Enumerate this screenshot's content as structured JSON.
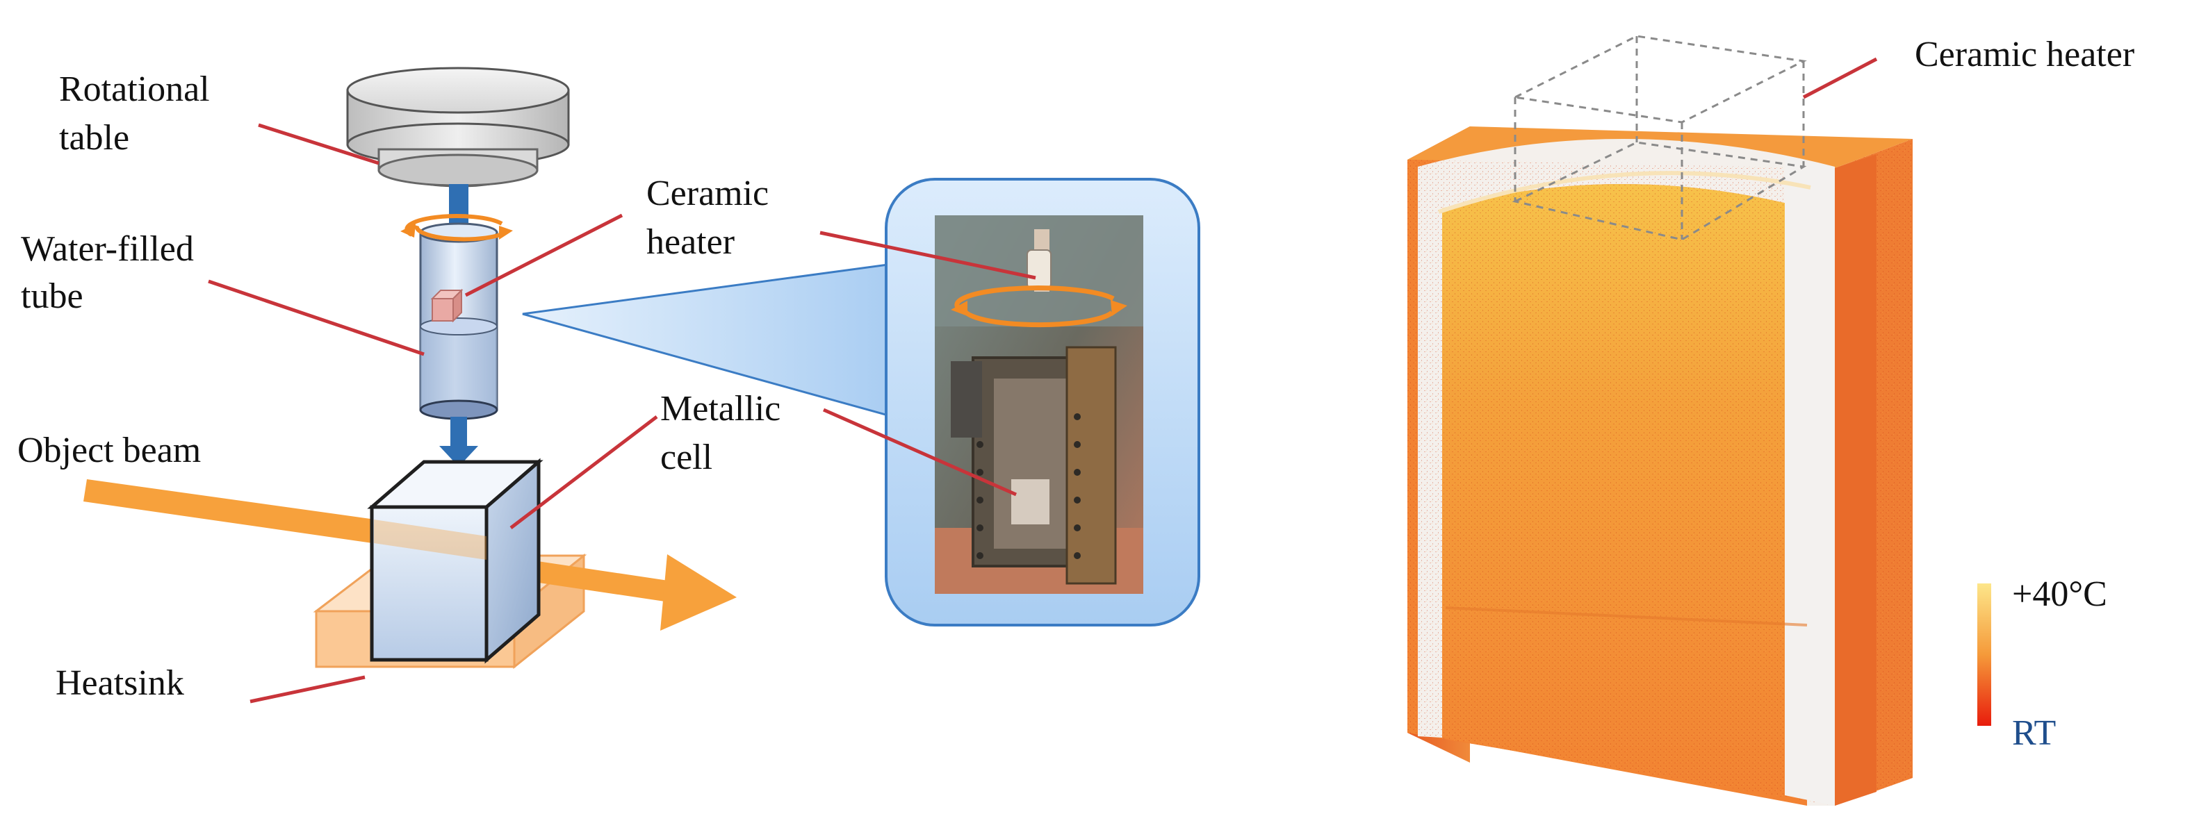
{
  "labels": {
    "rotational_table_line1": "Rotational",
    "rotational_table_line2": "table",
    "water_tube_line1": "Water-filled",
    "water_tube_line2": "tube",
    "ceramic_heater_line1": "Ceramic",
    "ceramic_heater_line2": "heater",
    "metallic_cell_line1": "Metallic",
    "metallic_cell_line2": "cell",
    "object_beam": "Object beam",
    "heatsink": "Heatsink",
    "ceramic_heater_right": "Ceramic heater"
  },
  "colorbar": {
    "max_label": "+40°C",
    "min_label": "RT",
    "top_color": "#fde68a",
    "bottom_color": "#e81c0c"
  },
  "colors": {
    "leader_line": "#c8343a",
    "beam": "#f7a13c",
    "shaft": "#2f6fb3",
    "callout_fill": "#bfdcf7",
    "heatmap_base": "#f28a3a"
  }
}
